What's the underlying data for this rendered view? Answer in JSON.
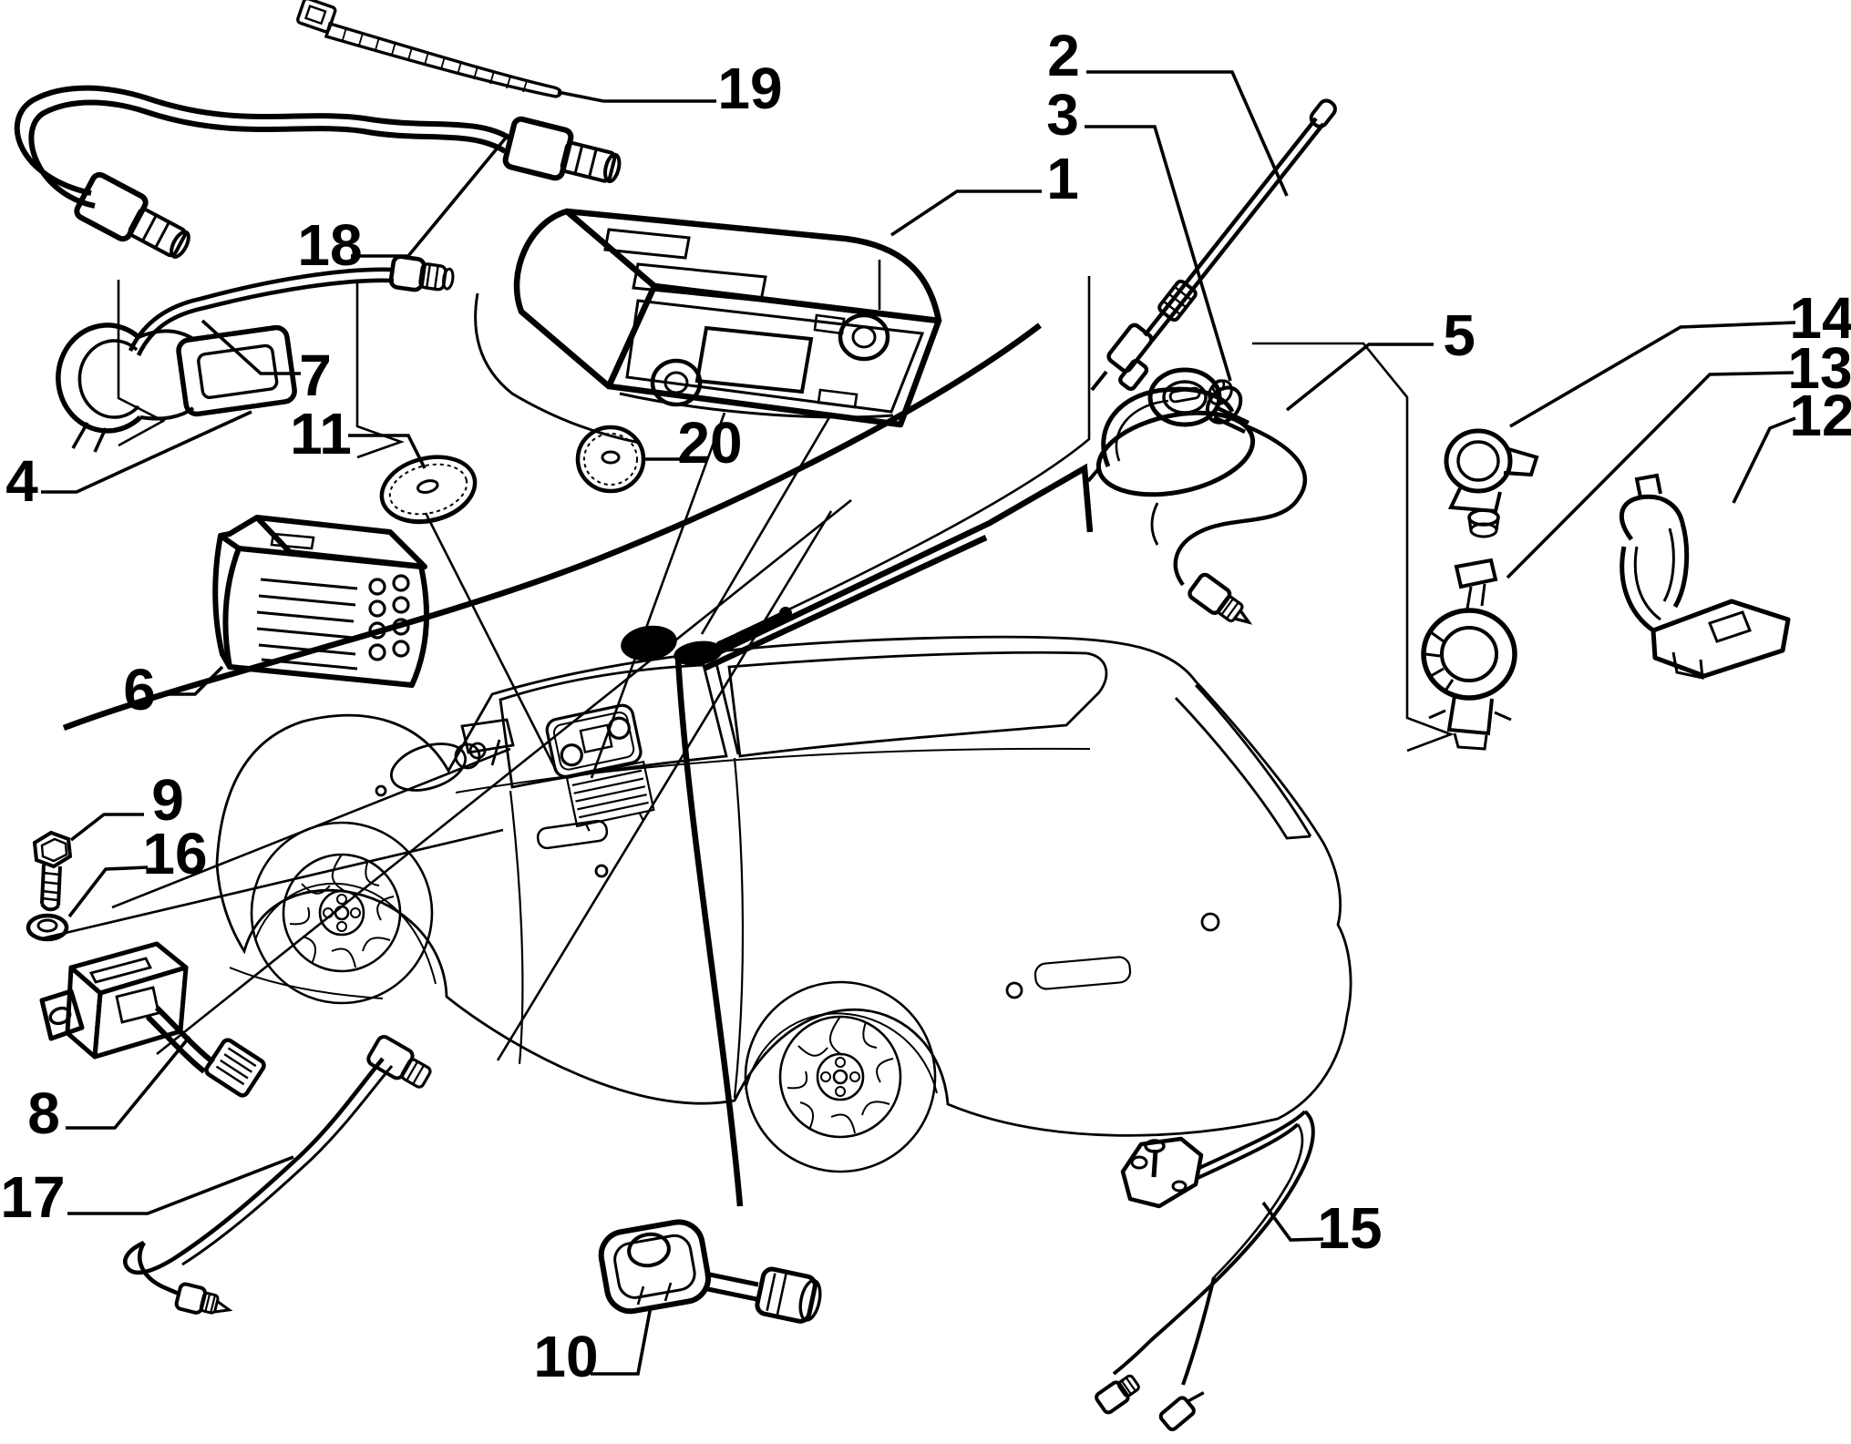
{
  "figure": {
    "background_color": "#ffffff",
    "line_color": "#000000",
    "type": "exploded-parts-diagram"
  },
  "callouts": [
    {
      "id": 1,
      "label": "1"
    },
    {
      "id": 2,
      "label": "2"
    },
    {
      "id": 3,
      "label": "3"
    },
    {
      "id": 4,
      "label": "4"
    },
    {
      "id": 5,
      "label": "5"
    },
    {
      "id": 6,
      "label": "6"
    },
    {
      "id": 7,
      "label": "7"
    },
    {
      "id": 8,
      "label": "8"
    },
    {
      "id": 9,
      "label": "9"
    },
    {
      "id": 10,
      "label": "10"
    },
    {
      "id": 11,
      "label": "11"
    },
    {
      "id": 12,
      "label": "12"
    },
    {
      "id": 13,
      "label": "13"
    },
    {
      "id": 14,
      "label": "14"
    },
    {
      "id": 15,
      "label": "15"
    },
    {
      "id": 16,
      "label": "16"
    },
    {
      "id": 17,
      "label": "17"
    },
    {
      "id": 18,
      "label": "18"
    },
    {
      "id": 19,
      "label": "19"
    },
    {
      "id": 20,
      "label": "20"
    }
  ]
}
